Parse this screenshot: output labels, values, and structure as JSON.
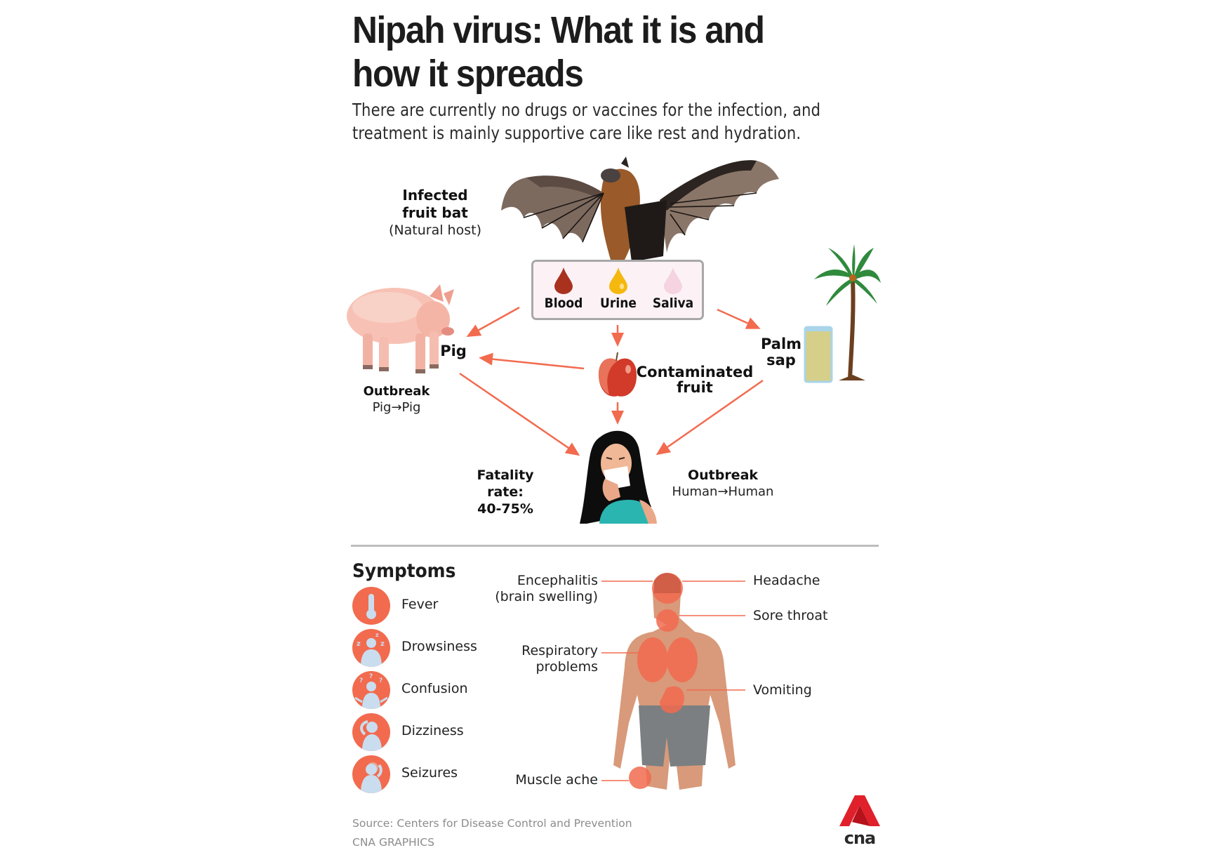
{
  "header": {
    "title_line1": "Nipah virus: What it is and",
    "title_line2": "how it spreads",
    "subtitle_line1": "There are currently no drugs or vaccines for the infection, and",
    "subtitle_line2": "treatment is mainly supportive care like rest and hydration."
  },
  "transmission": {
    "bat": {
      "line1": "Infected",
      "line2": "fruit bat",
      "note": "(Natural host)"
    },
    "fluids": [
      {
        "label": "Blood",
        "color": "#a8321e",
        "icon": "blood-drop-icon"
      },
      {
        "label": "Urine",
        "color": "#f5b80f",
        "icon": "urine-drop-icon"
      },
      {
        "label": "Saliva",
        "color": "#f5d3e0",
        "icon": "saliva-drop-icon"
      }
    ],
    "pig": {
      "label": "Pig",
      "outbreak_title": "Outbreak",
      "outbreak_text": "Pig→Pig"
    },
    "fruit": {
      "line1": "Contaminated",
      "line2": "fruit"
    },
    "palm": {
      "line1": "Palm",
      "line2": "sap"
    },
    "human": {
      "fatality_title": "Fatality rate:",
      "fatality_value": "40-75%",
      "outbreak_title": "Outbreak",
      "outbreak_text": "Human→Human"
    },
    "arrow_color": "#f26b4f"
  },
  "symptoms": {
    "title": "Symptoms",
    "list": [
      {
        "label": "Fever",
        "icon": "thermometer-icon"
      },
      {
        "label": "Drowsiness",
        "icon": "drowsy-person-icon"
      },
      {
        "label": "Confusion",
        "icon": "confused-person-icon"
      },
      {
        "label": "Dizziness",
        "icon": "dizzy-person-icon"
      },
      {
        "label": "Seizures",
        "icon": "seizure-person-icon"
      }
    ],
    "body_left": [
      {
        "line1": "Encephalitis",
        "line2": "(brain swelling)"
      },
      {
        "line1": "Respiratory",
        "line2": "problems"
      },
      {
        "line1": "Muscle ache",
        "line2": ""
      }
    ],
    "body_right": [
      {
        "label": "Headache"
      },
      {
        "label": "Sore throat"
      },
      {
        "label": "Vomiting"
      }
    ],
    "accent_color": "#f26b4f",
    "icon_fill_color": "#c9ddee"
  },
  "footer": {
    "source": "Source: Centers for Disease Control and Prevention",
    "credit": "CNA GRAPHICS",
    "logo_text": "cna"
  }
}
